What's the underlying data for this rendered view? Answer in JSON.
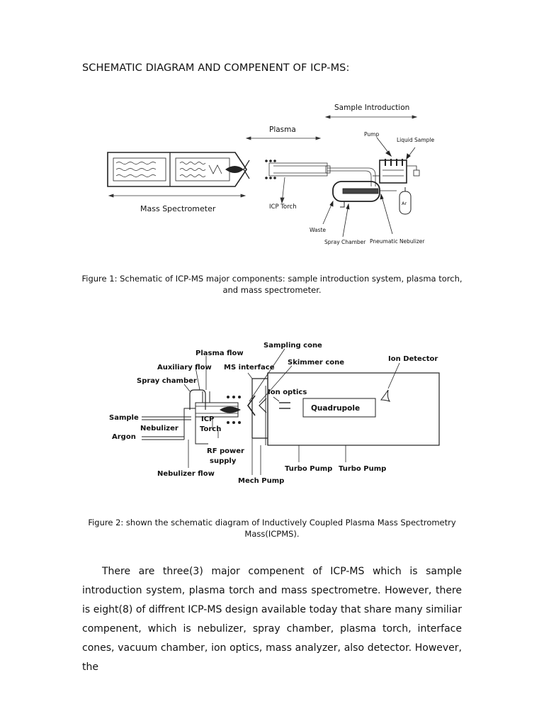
{
  "heading": "SCHEMATIC DIAGRAM AND COMPENENT OF ICP-MS:",
  "figure1": {
    "labels": {
      "sample_introduction": "Sample Introduction",
      "plasma": "Plasma",
      "pump": "Pump",
      "liquid_sample": "Liquid Sample",
      "ar": "Ar",
      "mass_spectrometer": "Mass Spectrometer",
      "icp_torch": "ICP Torch",
      "waste": "Waste",
      "spray_chamber": "Spray Chamber",
      "pneumatic_nebulizer": "Pneumatic Nebulizer"
    },
    "caption": "Figure 1: Schematic of ICP-MS major components: sample introduction system, plasma torch, and mass spectrometer."
  },
  "figure2": {
    "labels": {
      "plasma_flow": "Plasma flow",
      "sampling_cone": "Sampling cone",
      "ion_detector": "Ion Detector",
      "auxiliary_flow": "Auxiliary flow",
      "ms_interface": "MS interface",
      "skimmer_cone": "Skimmer cone",
      "spray_chamber": "Spray chamber",
      "ion_optics": "Ion optics",
      "quadrupole": "Quadrupole",
      "sample": "Sample",
      "nebulizer": "Nebulizer",
      "argon": "Argon",
      "icp": "ICP",
      "torch": "Torch",
      "rf_power": "RF power",
      "supply": "supply",
      "nebulizer_flow": "Nebulizer flow",
      "turbo_pump_1": "Turbo Pump",
      "turbo_pump_2": "Turbo Pump",
      "mech_pump": "Mech Pump"
    },
    "caption": "Figure 2: shown the schematic diagram of Inductively Coupled Plasma Mass Spectrometry Mass(ICPMS)."
  },
  "body_paragraph": "There are three(3) major compenent of ICP-MS which is sample introduction system, plasma torch and mass spectrometre. However, there is eight(8) of diffrent ICP-MS design available today that share many similiar compenent, which is nebulizer, spray chamber, plasma torch, interface cones, vacuum chamber, ion optics, mass analyzer, also detector. However, the"
}
